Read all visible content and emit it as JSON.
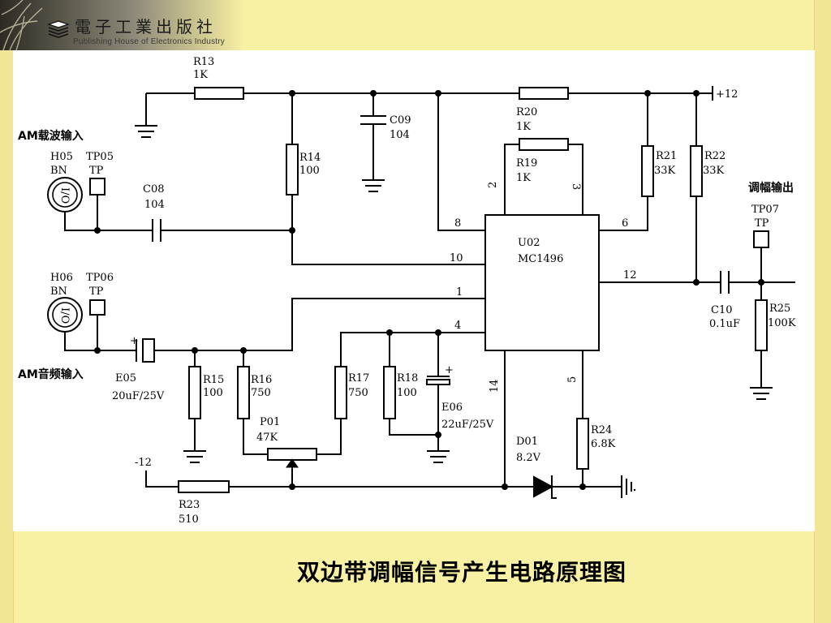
{
  "header": {
    "publisher_cn": "電子工業出版社",
    "publisher_en": "Publishing House of Electronics Industry"
  },
  "caption": "双边带调幅信号产生电路原理图",
  "diagram": {
    "labels": {
      "am_carrier_in": "AM载波输入",
      "am_audio_in": "AM音频输入",
      "am_out": "调幅输出",
      "vplus": "+12",
      "vminus": "-12"
    },
    "connectors": {
      "h05": {
        "ref": "H05",
        "type": "BN",
        "body": "I/O"
      },
      "h06": {
        "ref": "H06",
        "type": "BN",
        "body": "I/O"
      }
    },
    "testpoints": {
      "tp05": {
        "ref": "TP05",
        "type": "TP"
      },
      "tp06": {
        "ref": "TP06",
        "type": "TP"
      },
      "tp07": {
        "ref": "TP07",
        "type": "TP"
      }
    },
    "resistors": {
      "r13": {
        "ref": "R13",
        "value": "1K"
      },
      "r14": {
        "ref": "R14",
        "value": "100"
      },
      "r15": {
        "ref": "R15",
        "value": "100"
      },
      "r16": {
        "ref": "R16",
        "value": "750"
      },
      "r17": {
        "ref": "R17",
        "value": "750"
      },
      "r18": {
        "ref": "R18",
        "value": "100"
      },
      "r19": {
        "ref": "R19",
        "value": "1K"
      },
      "r20": {
        "ref": "R20",
        "value": "1K"
      },
      "r21": {
        "ref": "R21",
        "value": "33K"
      },
      "r22": {
        "ref": "R22",
        "value": "33K"
      },
      "r23": {
        "ref": "R23",
        "value": "510"
      },
      "r24": {
        "ref": "R24",
        "value": "6.8K"
      },
      "r25": {
        "ref": "R25",
        "value": "100K"
      }
    },
    "capacitors": {
      "c08": {
        "ref": "C08",
        "value": "104"
      },
      "c09": {
        "ref": "C09",
        "value": "104"
      },
      "c10": {
        "ref": "C10",
        "value": "0.1uF"
      },
      "e05": {
        "ref": "E05",
        "value": "20uF/25V",
        "plus": "+"
      },
      "e06": {
        "ref": "E06",
        "value": "22uF/25V",
        "plus": "+"
      }
    },
    "pot": {
      "ref": "P01",
      "value": "47K"
    },
    "diode": {
      "ref": "D01",
      "value": "8.2V"
    },
    "ic": {
      "ref": "U02",
      "part": "MC1496",
      "pins": {
        "p1": "1",
        "p2": "2",
        "p3": "3",
        "p4": "4",
        "p5": "5",
        "p6": "6",
        "p8": "8",
        "p10": "10",
        "p12": "12",
        "p14": "14"
      }
    }
  }
}
